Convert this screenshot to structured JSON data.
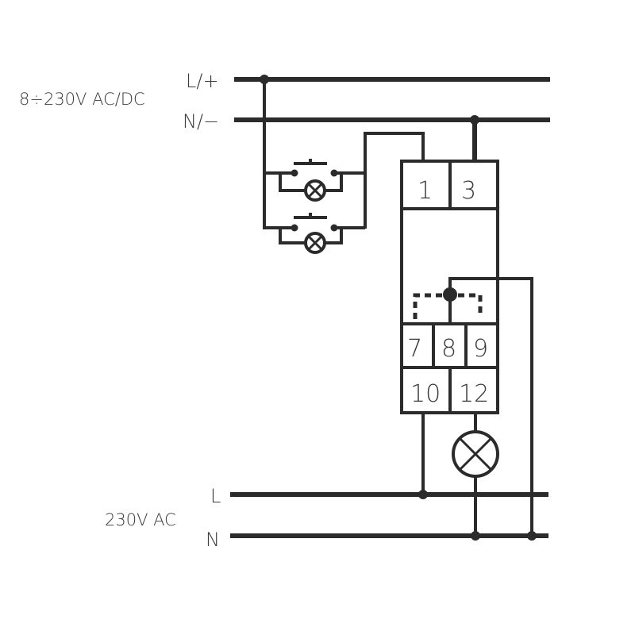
{
  "diagram": {
    "type": "wiring-diagram",
    "control_supply": {
      "voltage_label": "8÷230V AC/DC",
      "line_label": "L/+",
      "neutral_label": "N/−"
    },
    "load_supply": {
      "voltage_label": "230V AC",
      "line_label": "L",
      "neutral_label": "N"
    },
    "module": {
      "top_terminals": [
        "1",
        "3"
      ],
      "contact_terminals": [
        "7",
        "8",
        "9"
      ],
      "bottom_terminals": [
        "10",
        "12"
      ]
    },
    "control_inputs": [
      {
        "name": "pushbutton-1",
        "with_indicator_lamp": true
      },
      {
        "name": "pushbutton-2",
        "with_indicator_lamp": true
      }
    ],
    "load": {
      "name": "lamp",
      "connected_between": [
        "12",
        "N"
      ]
    },
    "colors": {
      "line": "#2b2b2b",
      "text": "#3a3a3a",
      "background": "#ffffff"
    }
  }
}
